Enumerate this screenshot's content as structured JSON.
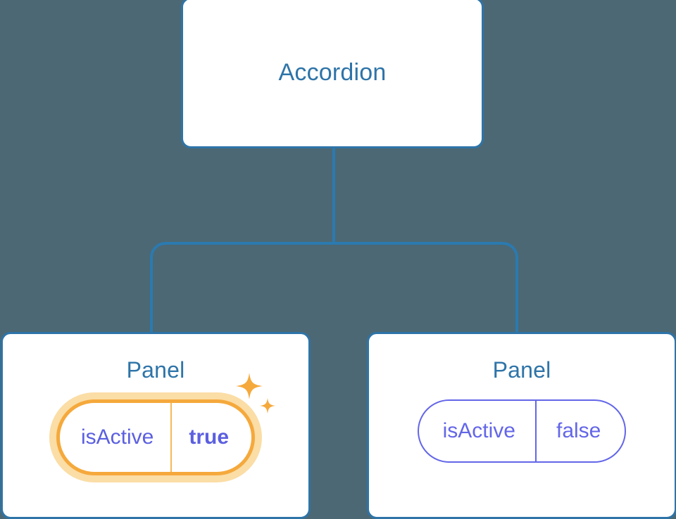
{
  "diagram": {
    "type": "component-tree",
    "background_color": "#4c6874",
    "edge_color": "#2b7ab0",
    "nodes": [
      {
        "id": "root",
        "title": "Accordion",
        "title_color": "#2e74a8"
      },
      {
        "id": "panel-left",
        "title": "Panel",
        "title_color": "#2e74a8",
        "prop": {
          "key": "isActive",
          "value": "true",
          "highlighted": true,
          "highlight_color": "#f5a93c",
          "glow_color": "#fbdda6",
          "text_color": "#5b5fe0",
          "sparkle_icon": "sparkles-icon"
        }
      },
      {
        "id": "panel-right",
        "title": "Panel",
        "title_color": "#2e74a8",
        "prop": {
          "key": "isActive",
          "value": "false",
          "highlighted": false,
          "border_color": "#6366e8",
          "text_color": "#6366e8"
        }
      }
    ],
    "edges": [
      {
        "from": "root",
        "to": "panel-left"
      },
      {
        "from": "root",
        "to": "panel-right"
      }
    ]
  }
}
